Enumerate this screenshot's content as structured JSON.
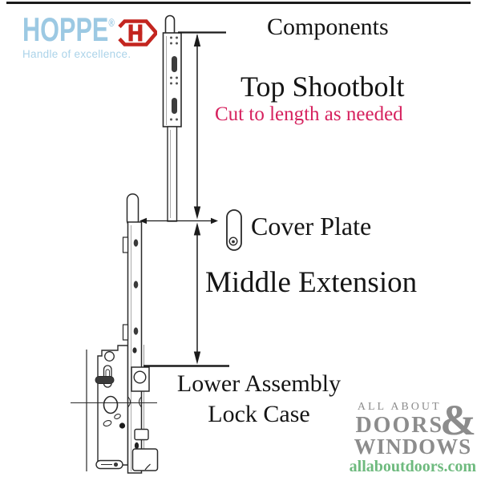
{
  "header": {
    "brand": "HOPPE",
    "registered_mark": "®",
    "tagline": "Handle of excellence.",
    "brand_color": "#9cc9e3",
    "hexagon_color": "#c3251f"
  },
  "diagram": {
    "labels": {
      "components": "Components",
      "top_shootbolt": "Top Shootbolt",
      "top_shootbolt_note": "Cut to length as needed",
      "cover_plate": "Cover Plate",
      "middle_extension": "Middle Extension",
      "lower_assembly_line1": "Lower Assembly",
      "lower_assembly_line2": "Lock Case"
    },
    "note_color": "#d6215e",
    "line_color": "#1b1b1b"
  },
  "watermark": {
    "line1": "ALL ABOUT",
    "line2": "DOORS",
    "ampersand": "&",
    "line3": "WINDOWS",
    "website": "allaboutdoors.com",
    "text_color": "#8c8c8c",
    "website_color": "#6eba7e"
  }
}
